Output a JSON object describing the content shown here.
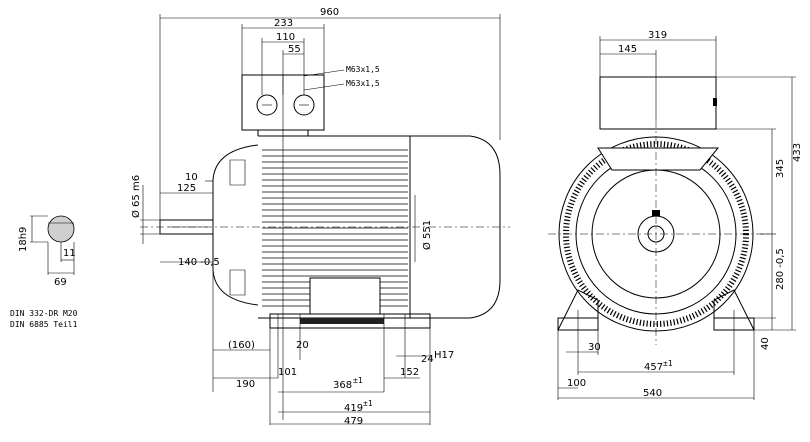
{
  "notes": {
    "din_332": "DIN 332-DR M20",
    "din_6885": "DIN 6885 Teil1"
  },
  "shaft_section": {
    "dim_18h9": "18h9",
    "dim_11": "11",
    "dim_69": "69"
  },
  "side_view": {
    "overall_length": "960",
    "terminal_box_width": "233",
    "terminal_110": "110",
    "terminal_55": "55",
    "gland_1": "M63x1,5",
    "gland_2": "M63x1,5",
    "shaft_length": "125",
    "shaft_10": "10",
    "shaft_dia": "Ø 65 m6",
    "shaft_height": "140 -0,5",
    "body_dia": "Ø 551",
    "dim_160": "(160)",
    "dim_20": "20",
    "dim_24": "24",
    "dim_h17": "H17",
    "dim_190": "190",
    "dim_101": "101",
    "dim_368": "368",
    "tol_368": "±1",
    "dim_152": "152",
    "dim_419": "419",
    "tol_419": "±1",
    "dim_479": "479"
  },
  "front_view": {
    "width_319": "319",
    "dim_145": "145",
    "height_433": "433",
    "height_345": "345",
    "shaft_height": "280 -0,5",
    "foot_40": "40",
    "dim_30": "30",
    "dim_457": "457",
    "tol_457": "±1",
    "dim_100": "100",
    "dim_540": "540"
  }
}
